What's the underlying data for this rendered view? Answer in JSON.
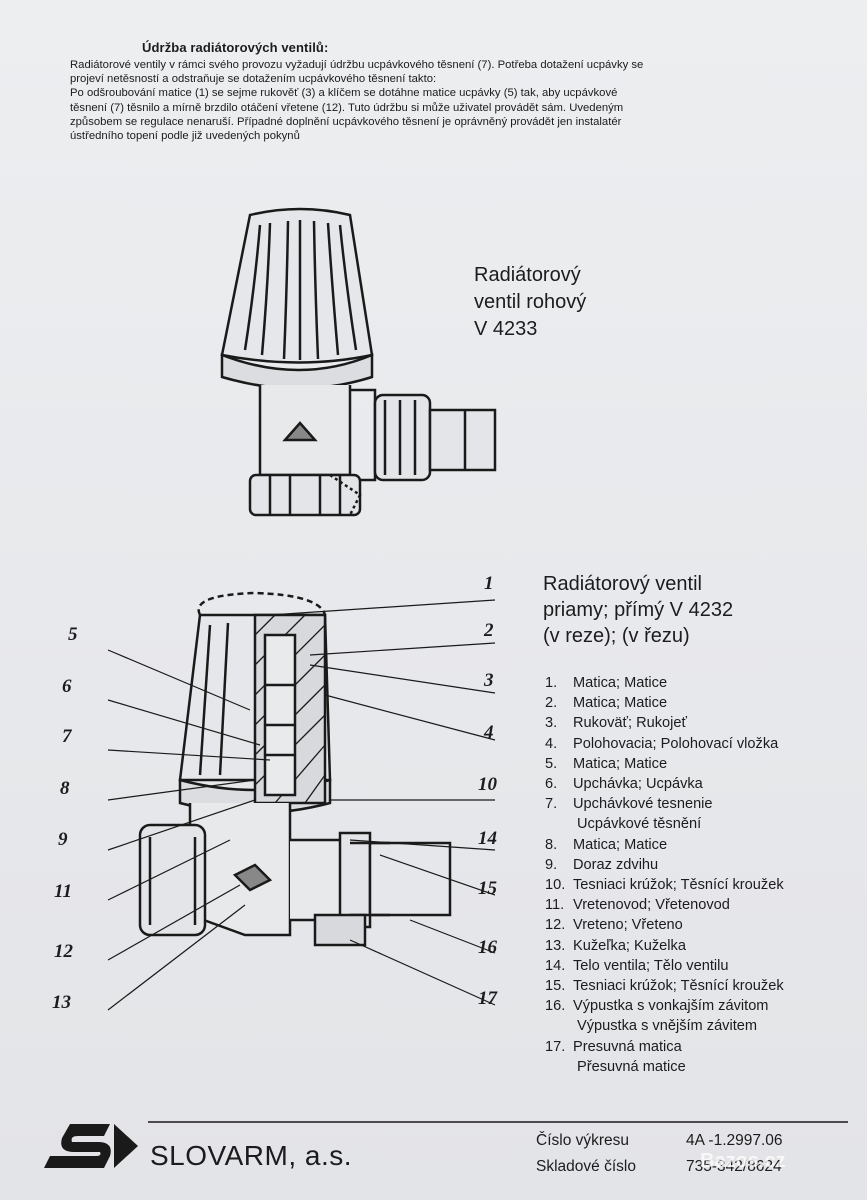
{
  "heading": "Údržba radiátorových ventilů:",
  "intro_lines": [
    "Radiátorové ventily v rámci svého provozu vyžadují údržbu ucpávkového těsnení (7). Potřeba dotažení ucpávky se",
    "projeví netěsností a odstraňuje se dotažením ucpávkového těsnení takto:",
    "Po odšroubování matice (1) se sejme rukověť (3) a klíčem se dotáhne matice ucpávky (5) tak, aby ucpávkové",
    "těsnení (7) těsnilo a mírně brzdilo otáčení vřetene (12). Tuto údržbu si může uživatel provádět sám. Uvedeným",
    "způsobem se regulace nenaruší. Případné doplnění ucpávkového těsnení je oprávněný provádět jen instalatér",
    "ústředního topení podle již uvedených pokynů"
  ],
  "valve_a": {
    "title_lines": [
      "Radiátorový",
      "ventil rohový",
      "V 4233"
    ]
  },
  "valve_b": {
    "title_lines": [
      "Radiátorový ventil",
      "priamy; přímý V 4232",
      "(v reze); (v řezu)"
    ]
  },
  "parts": [
    {
      "num": "1.",
      "text": "Matica; Matice"
    },
    {
      "num": "2.",
      "text": "Matica; Matice"
    },
    {
      "num": "3.",
      "text": "Rukoväť; Rukojeť"
    },
    {
      "num": "4.",
      "text": "Polohovacia; Polohovací vložka"
    },
    {
      "num": "5.",
      "text": "Matica; Matice"
    },
    {
      "num": "6.",
      "text": "Upchávka; Ucpávka"
    },
    {
      "num": "7.",
      "text": "Upchávkové tesnenie",
      "sub": "Ucpávkové těsnění"
    },
    {
      "num": "8.",
      "text": "Matica; Matice"
    },
    {
      "num": "9.",
      "text": "Doraz zdvihu"
    },
    {
      "num": "10.",
      "text": "Tesniaci krúžok; Těsnící kroužek"
    },
    {
      "num": "11.",
      "text": "Vretenovod; Vřetenovod"
    },
    {
      "num": "12.",
      "text": "Vreteno; Vřeteno"
    },
    {
      "num": "13.",
      "text": "Kužeľka; Kuželka"
    },
    {
      "num": "14.",
      "text": "Telo ventila; Tělo ventilu"
    },
    {
      "num": "15.",
      "text": "Tesniaci krúžok; Těsnící kroužek"
    },
    {
      "num": "16.",
      "text": "Výpustka s vonkajším závitom",
      "sub": "Výpustka s vnějším závitem"
    },
    {
      "num": "17.",
      "text": "Presuvná matica",
      "sub": "Přesuvná matice"
    }
  ],
  "callouts_left": [
    "5",
    "6",
    "7",
    "8",
    "9",
    "11",
    "12",
    "13"
  ],
  "callouts_right": [
    "1",
    "2",
    "3",
    "4",
    "10",
    "14",
    "15",
    "16",
    "17"
  ],
  "footer": {
    "company": "SLOVARM, a.s.",
    "drawing_label": "Číslo výkresu",
    "drawing_value": "4A -1.2997.06",
    "stock_label": "Skladové číslo",
    "stock_value": "735-342/8624",
    "watermark": "Bazos.cz"
  }
}
